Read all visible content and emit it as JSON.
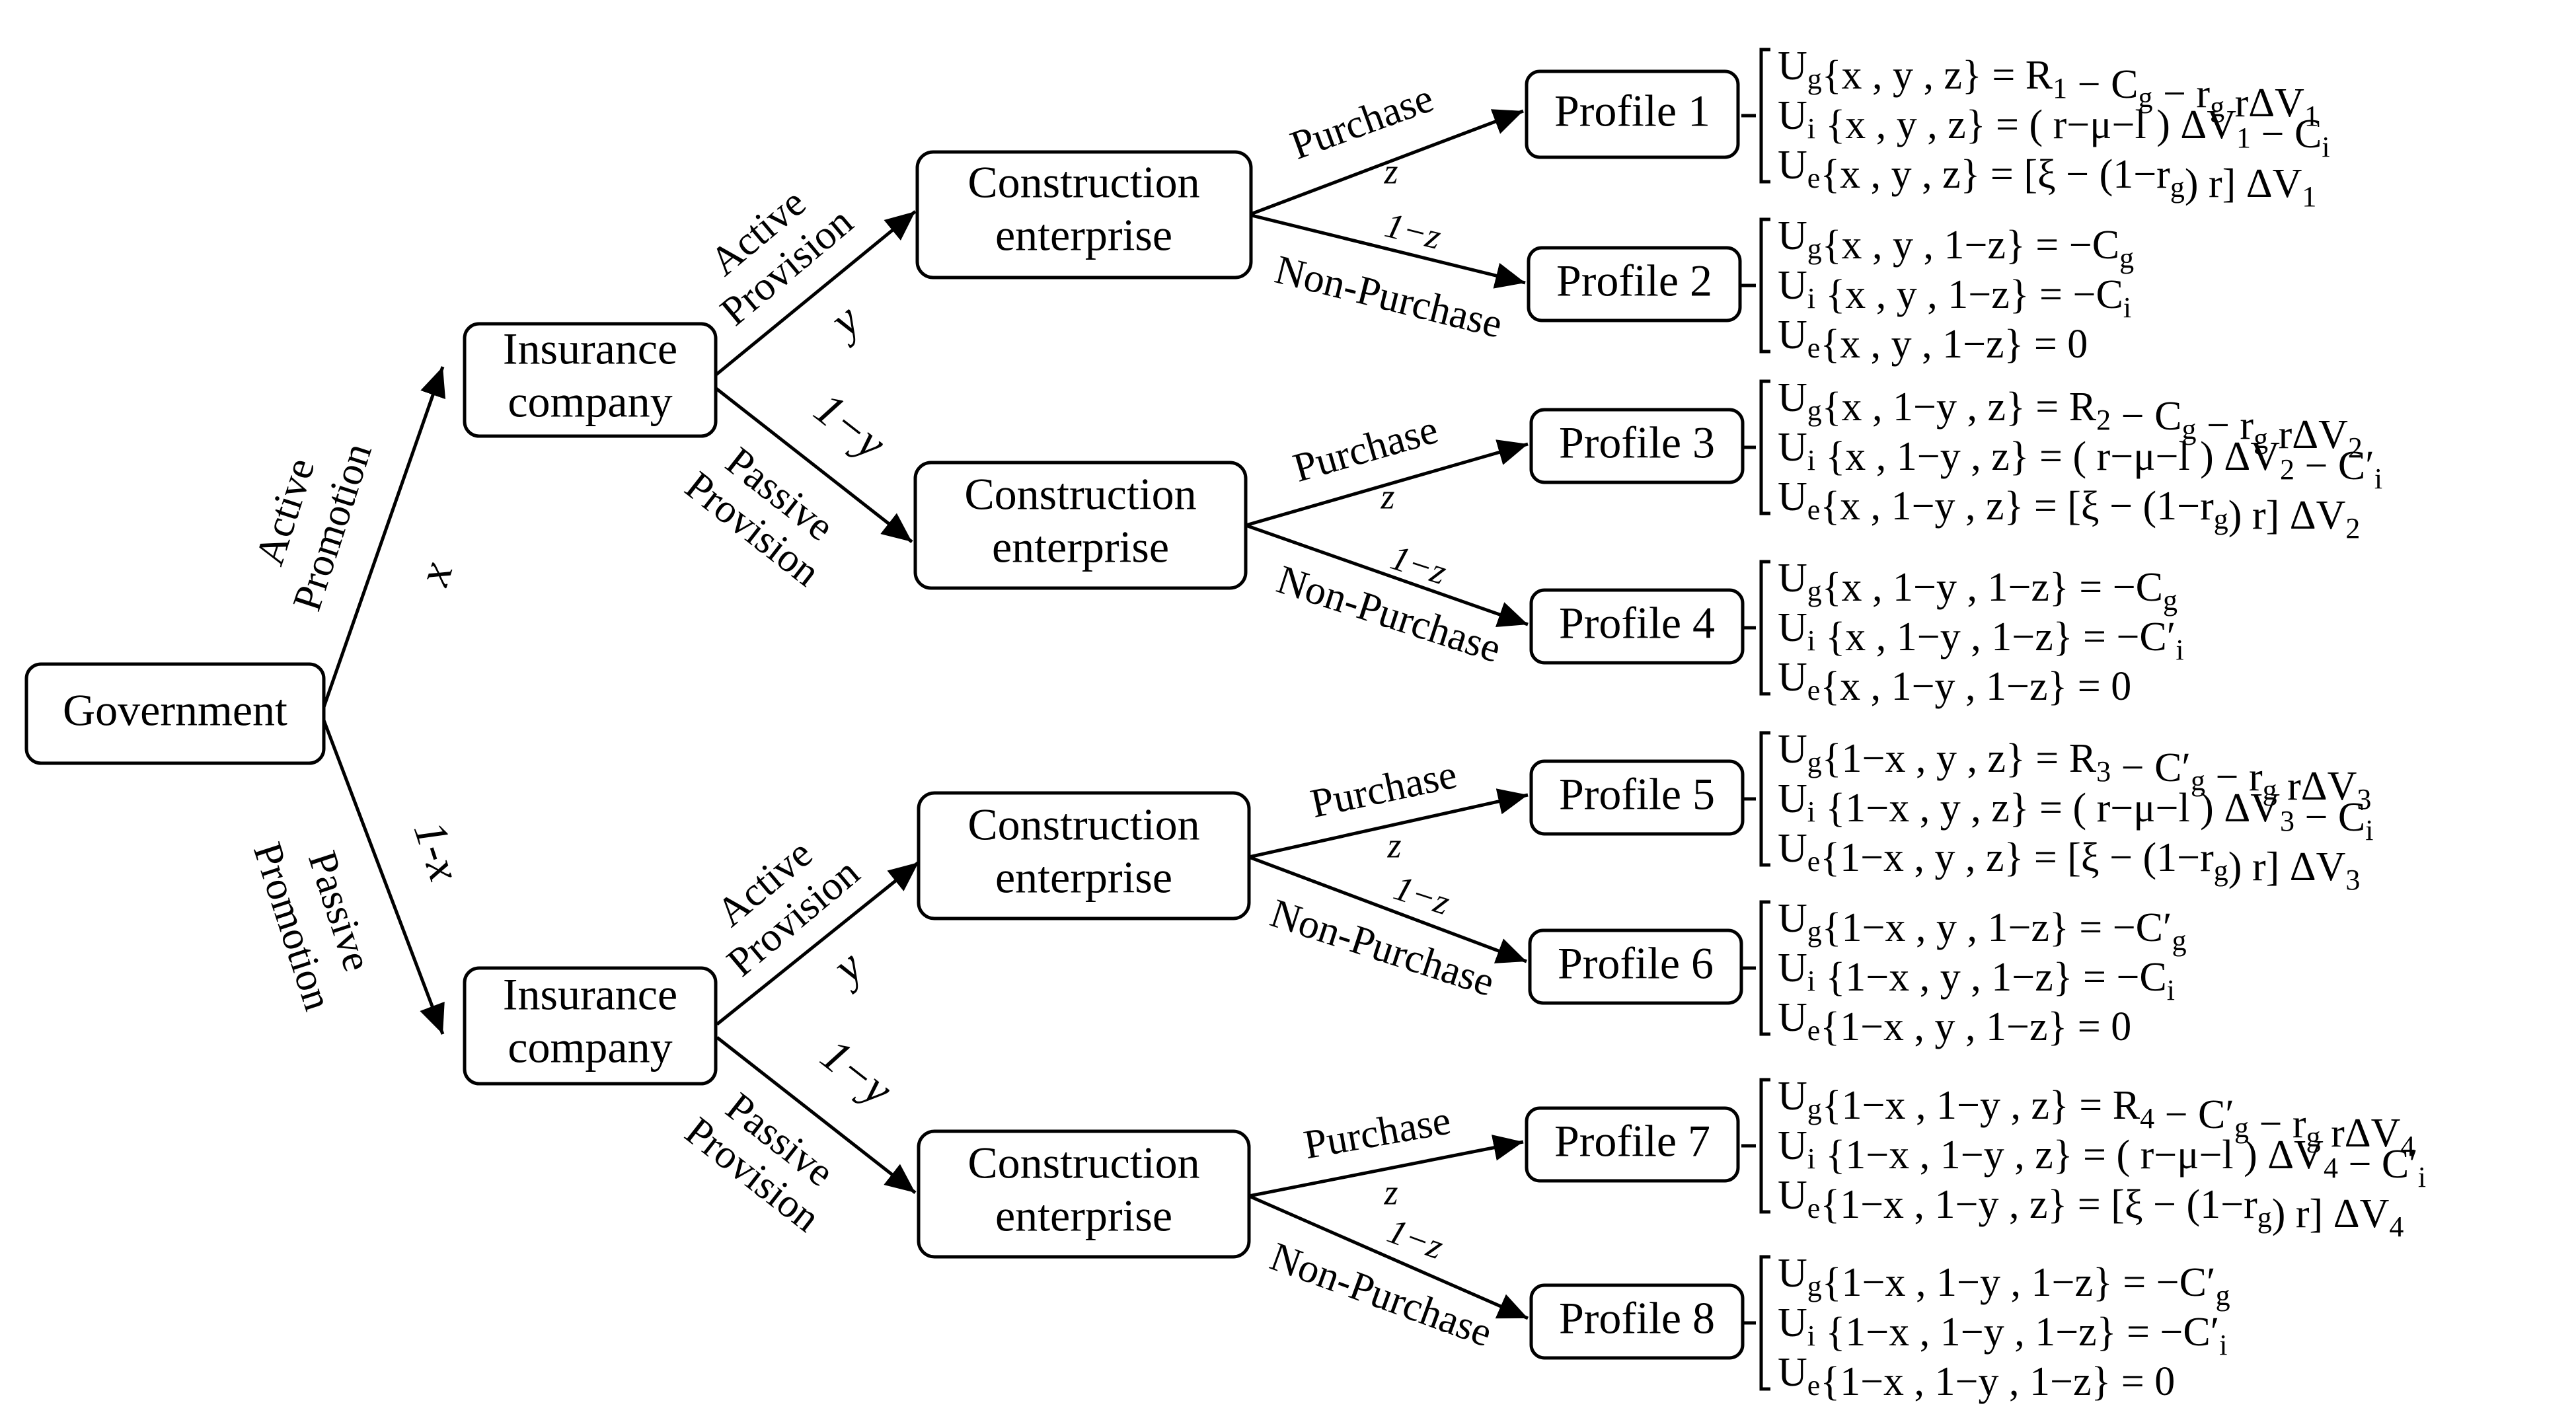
{
  "nodes": {
    "government": "Government",
    "insurance": [
      "Insurance",
      "company"
    ],
    "construction": [
      "Construction",
      "enterprise"
    ],
    "profiles": [
      "Profile 1",
      "Profile 2",
      "Profile 3",
      "Profile 4",
      "Profile 5",
      "Profile 6",
      "Profile 7",
      "Profile 8"
    ]
  },
  "edge_labels": {
    "active_promotion": [
      "Active",
      "Promotion"
    ],
    "passive_promotion": [
      "Passive",
      "Promotion"
    ],
    "active_provision": [
      "Active",
      "Provision"
    ],
    "passive_provision": [
      "Passive",
      "Provision"
    ],
    "purchase": "Purchase",
    "non_purchase": "Non-Purchase"
  },
  "probabilities": {
    "x": "x",
    "one_minus_x": "1-x",
    "y": "y",
    "one_minus_y": "1−y",
    "z": "z",
    "one_minus_z": "1−z"
  },
  "payoffs": [
    [
      "U_g{x , y , z} = R_1 − C_g − r_g rΔV_1",
      "U_i {x , y , z} = ( r−μ−l ) ΔV_1 − C_i",
      "U_e{x , y , z} = [ξ − (1−r_g) r] ΔV_1"
    ],
    [
      "U_g{x , y , 1−z} = −C_g",
      "U_i {x , y , 1−z} = −C_i",
      "U_e{x , y , 1−z} = 0"
    ],
    [
      "U_g{x , 1−y , z} = R_2 − C_g − r_g rΔV_2",
      "U_i {x , 1−y , z} = ( r−μ−l ) ΔV_2 − C′_i",
      "U_e{x , 1−y , z} = [ξ − (1−r_g) r] ΔV_2"
    ],
    [
      "U_g{x , 1−y , 1−z} = −C_g",
      "U_i {x , 1−y , 1−z} = −C′_i",
      "U_e{x , 1−y , 1−z} = 0"
    ],
    [
      "U_g{1−x , y , z} = R_3 − C′_g − r_g rΔV_3",
      "U_i {1−x , y , z} = ( r−μ−l ) ΔV_3 − C_i",
      "U_e{1−x , y , z} = [ξ − (1−r_g) r] ΔV_3"
    ],
    [
      "U_g{1−x , y , 1−z} = −C′_g",
      "U_i {1−x , y , 1−z} = −C_i",
      "U_e{1−x , y , 1−z} = 0"
    ],
    [
      "U_g{1−x , 1−y , z} = R_4 − C′_g − r_g rΔV_4",
      "U_i {1−x , 1−y , z} = ( r−μ−l ) ΔV_4 − C′_i",
      "U_e{1−x , 1−y , z} = [ξ − (1−r_g) r] ΔV_4"
    ],
    [
      "U_g{1−x , 1−y , 1−z} = −C′_g",
      "U_i {1−x , 1−y , 1−z} = −C′_i",
      "U_e{1−x , 1−y , 1−z} = 0"
    ]
  ]
}
